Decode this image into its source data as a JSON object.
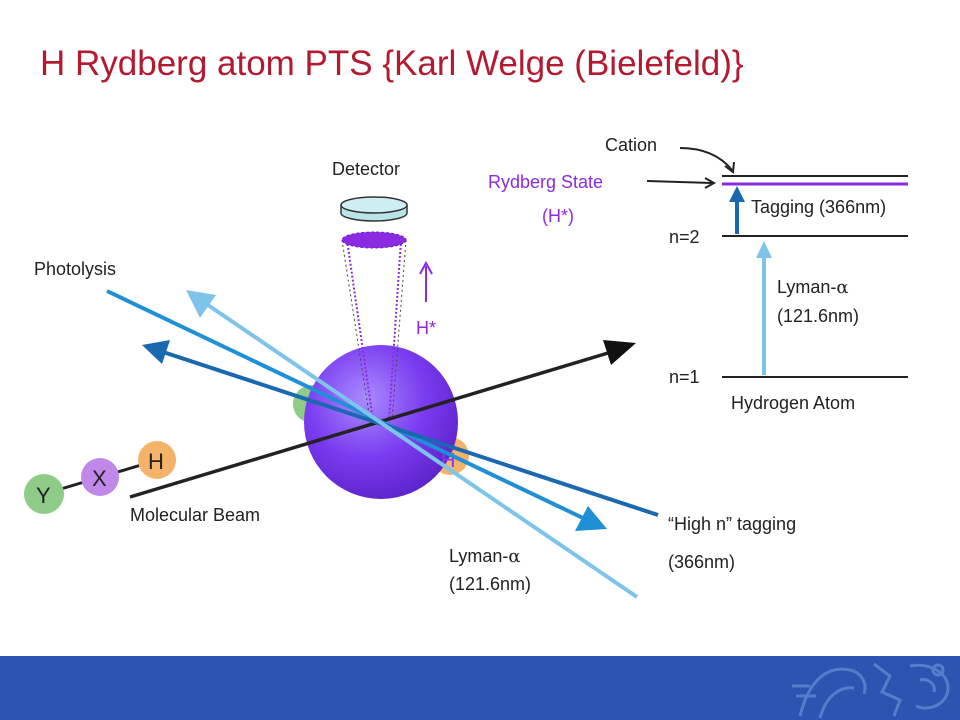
{
  "slide": {
    "title": "H Rydberg atom PTS {Karl Welge (Bielefeld)}"
  },
  "labels": {
    "detector": "Detector",
    "photolysis": "Photolysis",
    "h_star": "H*",
    "molecular_beam": "Molecular Beam",
    "lyman_line1": "Lyman-",
    "alpha": "α",
    "lyman_line2": "(121.6nm)",
    "high_n_line1": "“High n” tagging",
    "high_n_line2": "(366nm)"
  },
  "atoms": {
    "y": "Y",
    "x": "X",
    "h": "H"
  },
  "energy_levels": {
    "cation": "Cation",
    "rydberg_state": "Rydberg State",
    "rydberg_symbol": "(H*)",
    "n2": "n=2",
    "n1": "n=1",
    "tagging": "Tagging (366nm)",
    "lyman_line1": "Lyman-",
    "alpha": "α",
    "lyman_line2": "(121.6nm)",
    "hydrogen_atom": "Hydrogen Atom"
  },
  "colors": {
    "title": "#b3192f",
    "rydberg": "#8a2be2",
    "footer": "#2a55b0",
    "lyman_beam": "#7ec4ea",
    "tagging_beam": "#1a68b0",
    "photolysis_beam": "#1f8fd6",
    "molecular_beam": "#222222",
    "sphere": "#7a3cf0",
    "atom_y": "#8fcc88",
    "atom_x": "#c088e8",
    "atom_h": "#f5b36a"
  }
}
